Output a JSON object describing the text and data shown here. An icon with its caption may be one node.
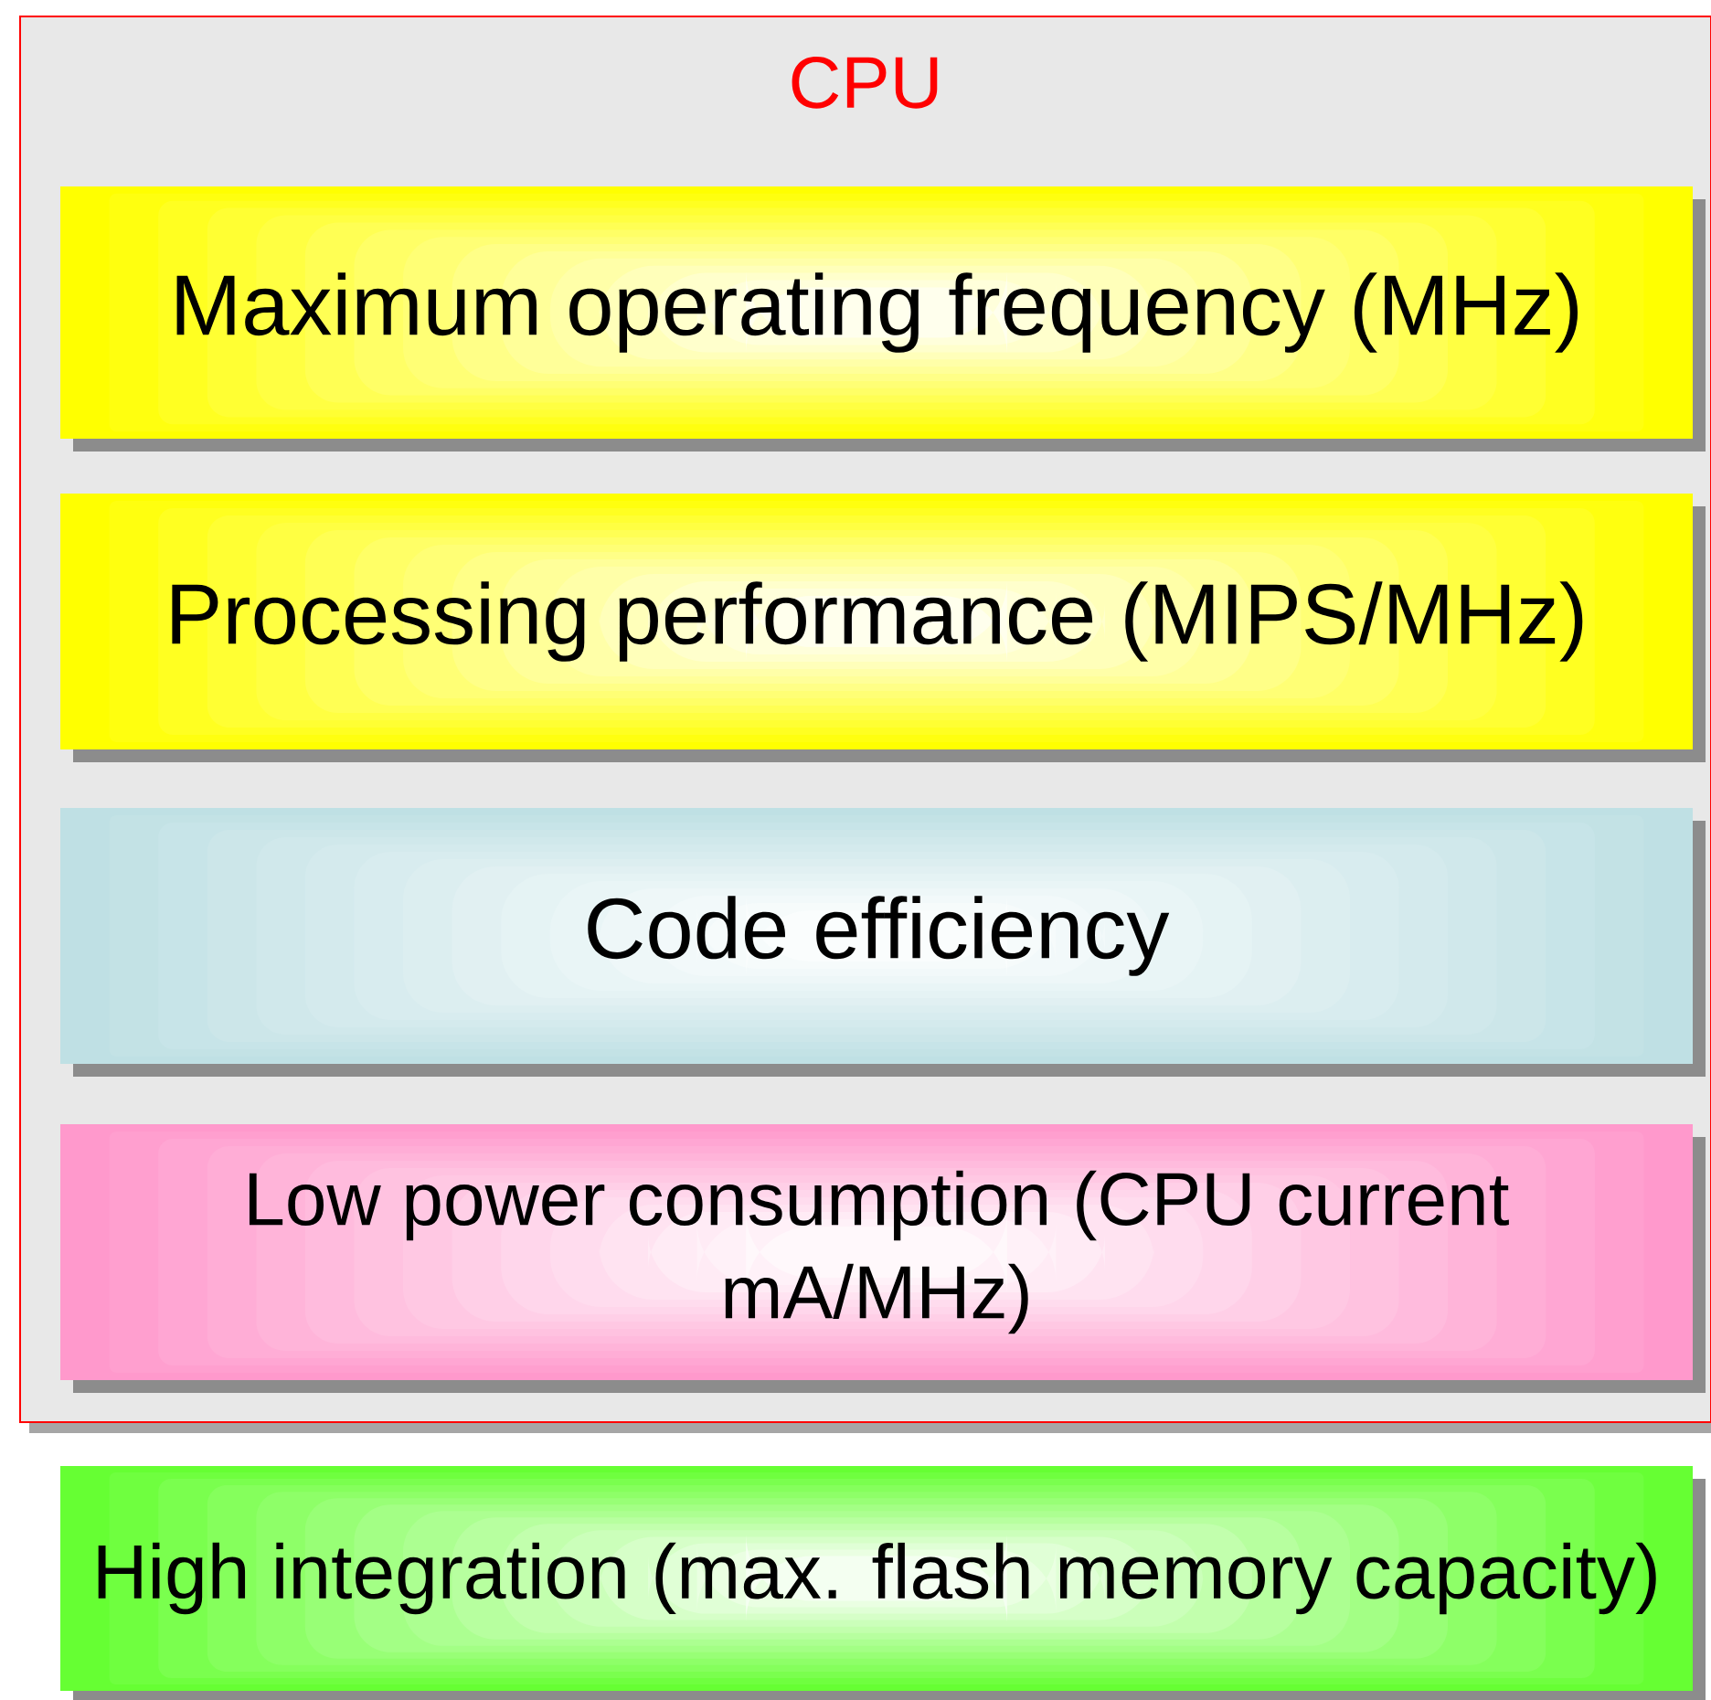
{
  "diagram": {
    "nodes": [
      {
        "text": [
          "CPU"
        ]
      },
      {
        "text": [
          "Maximum operating frequency (MHz)"
        ],
        "in": 0
      },
      {
        "text": [
          "Processing performance (MIPS/MHz)"
        ],
        "in": 0
      },
      {
        "text": [
          "Code efficiency"
        ],
        "in": 0
      },
      {
        "text": [
          "Low power consumption (CPU current mA/MHz)"
        ],
        "in": 0
      },
      {
        "text": [
          "High integration (max. flash memory capacity)"
        ]
      }
    ]
  }
}
